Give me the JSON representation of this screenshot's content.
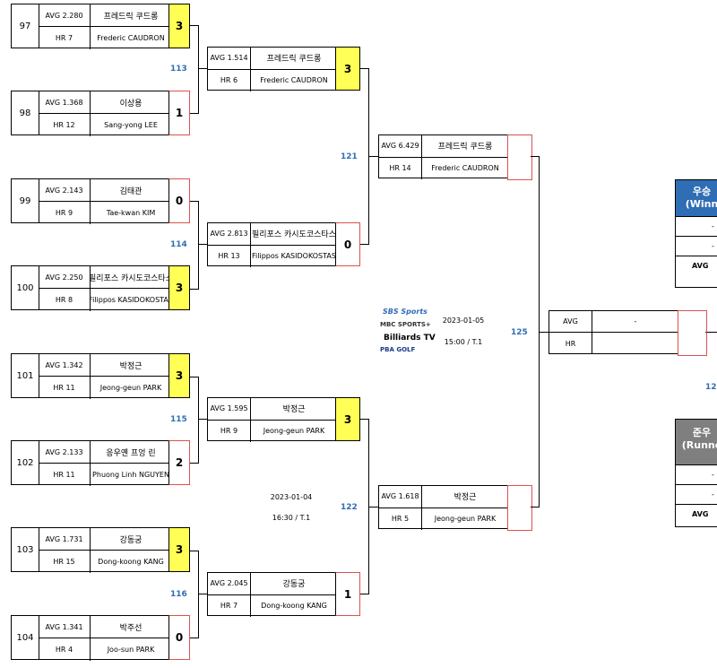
{
  "colors": {
    "winner_fill": "#ffff55",
    "match_number": "#2f6db5",
    "champion_header": "#2f6db5",
    "runner_up_header": "#7f7f7f",
    "tab_border": "#d9534f"
  },
  "r1": [
    {
      "num": "97",
      "avg": "AVG 2.280",
      "hr": "HR 7",
      "ko": "프레드릭 쿠드롱",
      "en": "Frederic CAUDRON",
      "score": "3"
    },
    {
      "num": "98",
      "avg": "AVG 1.368",
      "hr": "HR 12",
      "ko": "이상용",
      "en": "Sang-yong LEE",
      "score": "1"
    },
    {
      "num": "99",
      "avg": "AVG 2.143",
      "hr": "HR 9",
      "ko": "김태관",
      "en": "Tae-kwan KIM",
      "score": "0"
    },
    {
      "num": "100",
      "avg": "AVG 2.250",
      "hr": "HR 8",
      "ko": "필리포스 카시도코스타스",
      "en": "Filippos KASIDOKOSTAS",
      "score": "3"
    },
    {
      "num": "101",
      "avg": "AVG 1.342",
      "hr": "HR 11",
      "ko": "박정근",
      "en": "Jeong-geun PARK",
      "score": "3"
    },
    {
      "num": "102",
      "avg": "AVG 2.133",
      "hr": "HR 11",
      "ko": "응우옌 프엉 린",
      "en": "Phuong Linh NGUYEN",
      "score": "2"
    },
    {
      "num": "103",
      "avg": "AVG 1.731",
      "hr": "HR 15",
      "ko": "강동궁",
      "en": "Dong-koong KANG",
      "score": "3"
    },
    {
      "num": "104",
      "avg": "AVG 1.341",
      "hr": "HR 4",
      "ko": "박주선",
      "en": "Joo-sun PARK",
      "score": "0"
    }
  ],
  "r2": [
    {
      "avg": "AVG 1.514",
      "hr": "HR 6",
      "ko": "프레드릭 쿠드롱",
      "en": "Frederic CAUDRON",
      "score": "3"
    },
    {
      "avg": "AVG 2.813",
      "hr": "HR 13",
      "ko": "필리포스 카시도코스타스",
      "en": "Filippos KASIDOKOSTAS",
      "score": "0"
    },
    {
      "avg": "AVG 1.595",
      "hr": "HR 9",
      "ko": "박정근",
      "en": "Jeong-geun PARK",
      "score": "3"
    },
    {
      "avg": "AVG 2.045",
      "hr": "HR 7",
      "ko": "강동궁",
      "en": "Dong-koong KANG",
      "score": "1"
    }
  ],
  "r3": [
    {
      "avg": "AVG 6.429",
      "hr": "HR 14",
      "ko": "프레드릭 쿠드롱",
      "en": "Frederic CAUDRON"
    },
    {
      "avg": "AVG 1.618",
      "hr": "HR 5",
      "ko": "박정근",
      "en": "Jeong-geun PARK"
    }
  ],
  "final": {
    "avg": "AVG",
    "hr": "HR",
    "name": "-"
  },
  "match_numbers": {
    "m113": "113",
    "m114": "114",
    "m115": "115",
    "m116": "116",
    "m121": "121",
    "m122": "122",
    "m125": "125",
    "m12x": "12"
  },
  "schedule1": {
    "date": "2023-01-04",
    "time": "16:30 / T.1"
  },
  "schedule2": {
    "date": "2023-01-05",
    "time": "15:00 / T.1"
  },
  "logos": {
    "sbs": "SBS Sports",
    "mbc": "MBC SPORTS+",
    "billiards": "Billiards TV",
    "pba": "PBA GOLF"
  },
  "champion": {
    "title1": "우승",
    "title2": "(Winn",
    "row1": "-",
    "row2": "-",
    "row3": "AVG"
  },
  "runner_up": {
    "title1": "준우",
    "title2": "(Runne",
    "row1": "-",
    "row2": "-",
    "row3": "AVG"
  }
}
